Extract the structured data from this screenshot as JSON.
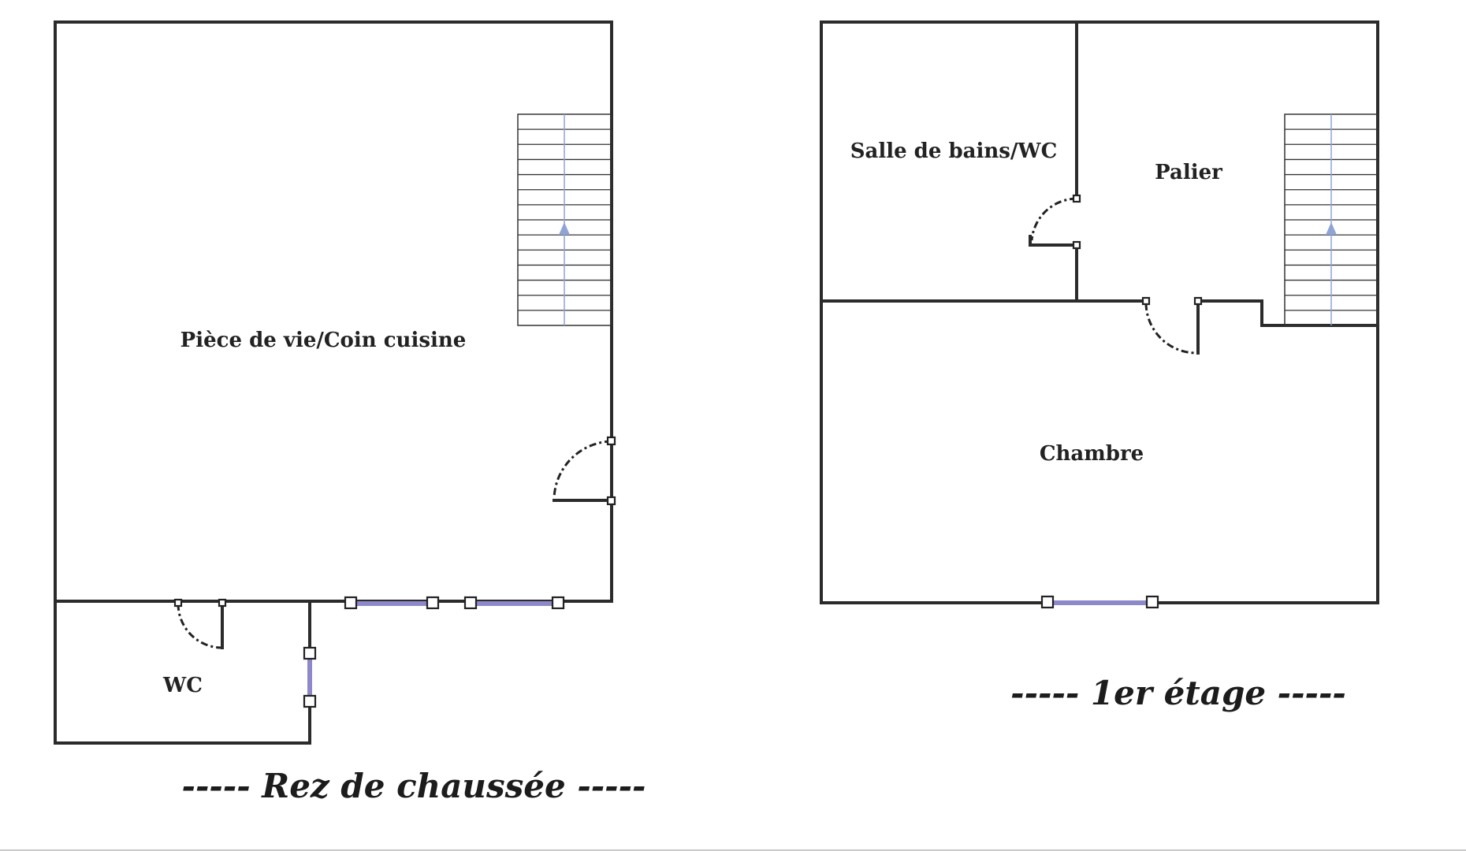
{
  "floors": [
    {
      "name": "Rez de chaussée",
      "caption": "----- Rez de chaussée -----",
      "rooms": [
        "Pièce de vie/Coin cuisine",
        "WC"
      ]
    },
    {
      "name": "1er étage",
      "caption": "----- 1er étage -----",
      "rooms": [
        "Salle de bains/WC",
        "Palier",
        "Chambre"
      ]
    }
  ],
  "colors": {
    "wall": "#2b2b2b",
    "window": "#8c88c9",
    "stair_arrow": "#8fa3d6",
    "background": "#ffffff"
  }
}
